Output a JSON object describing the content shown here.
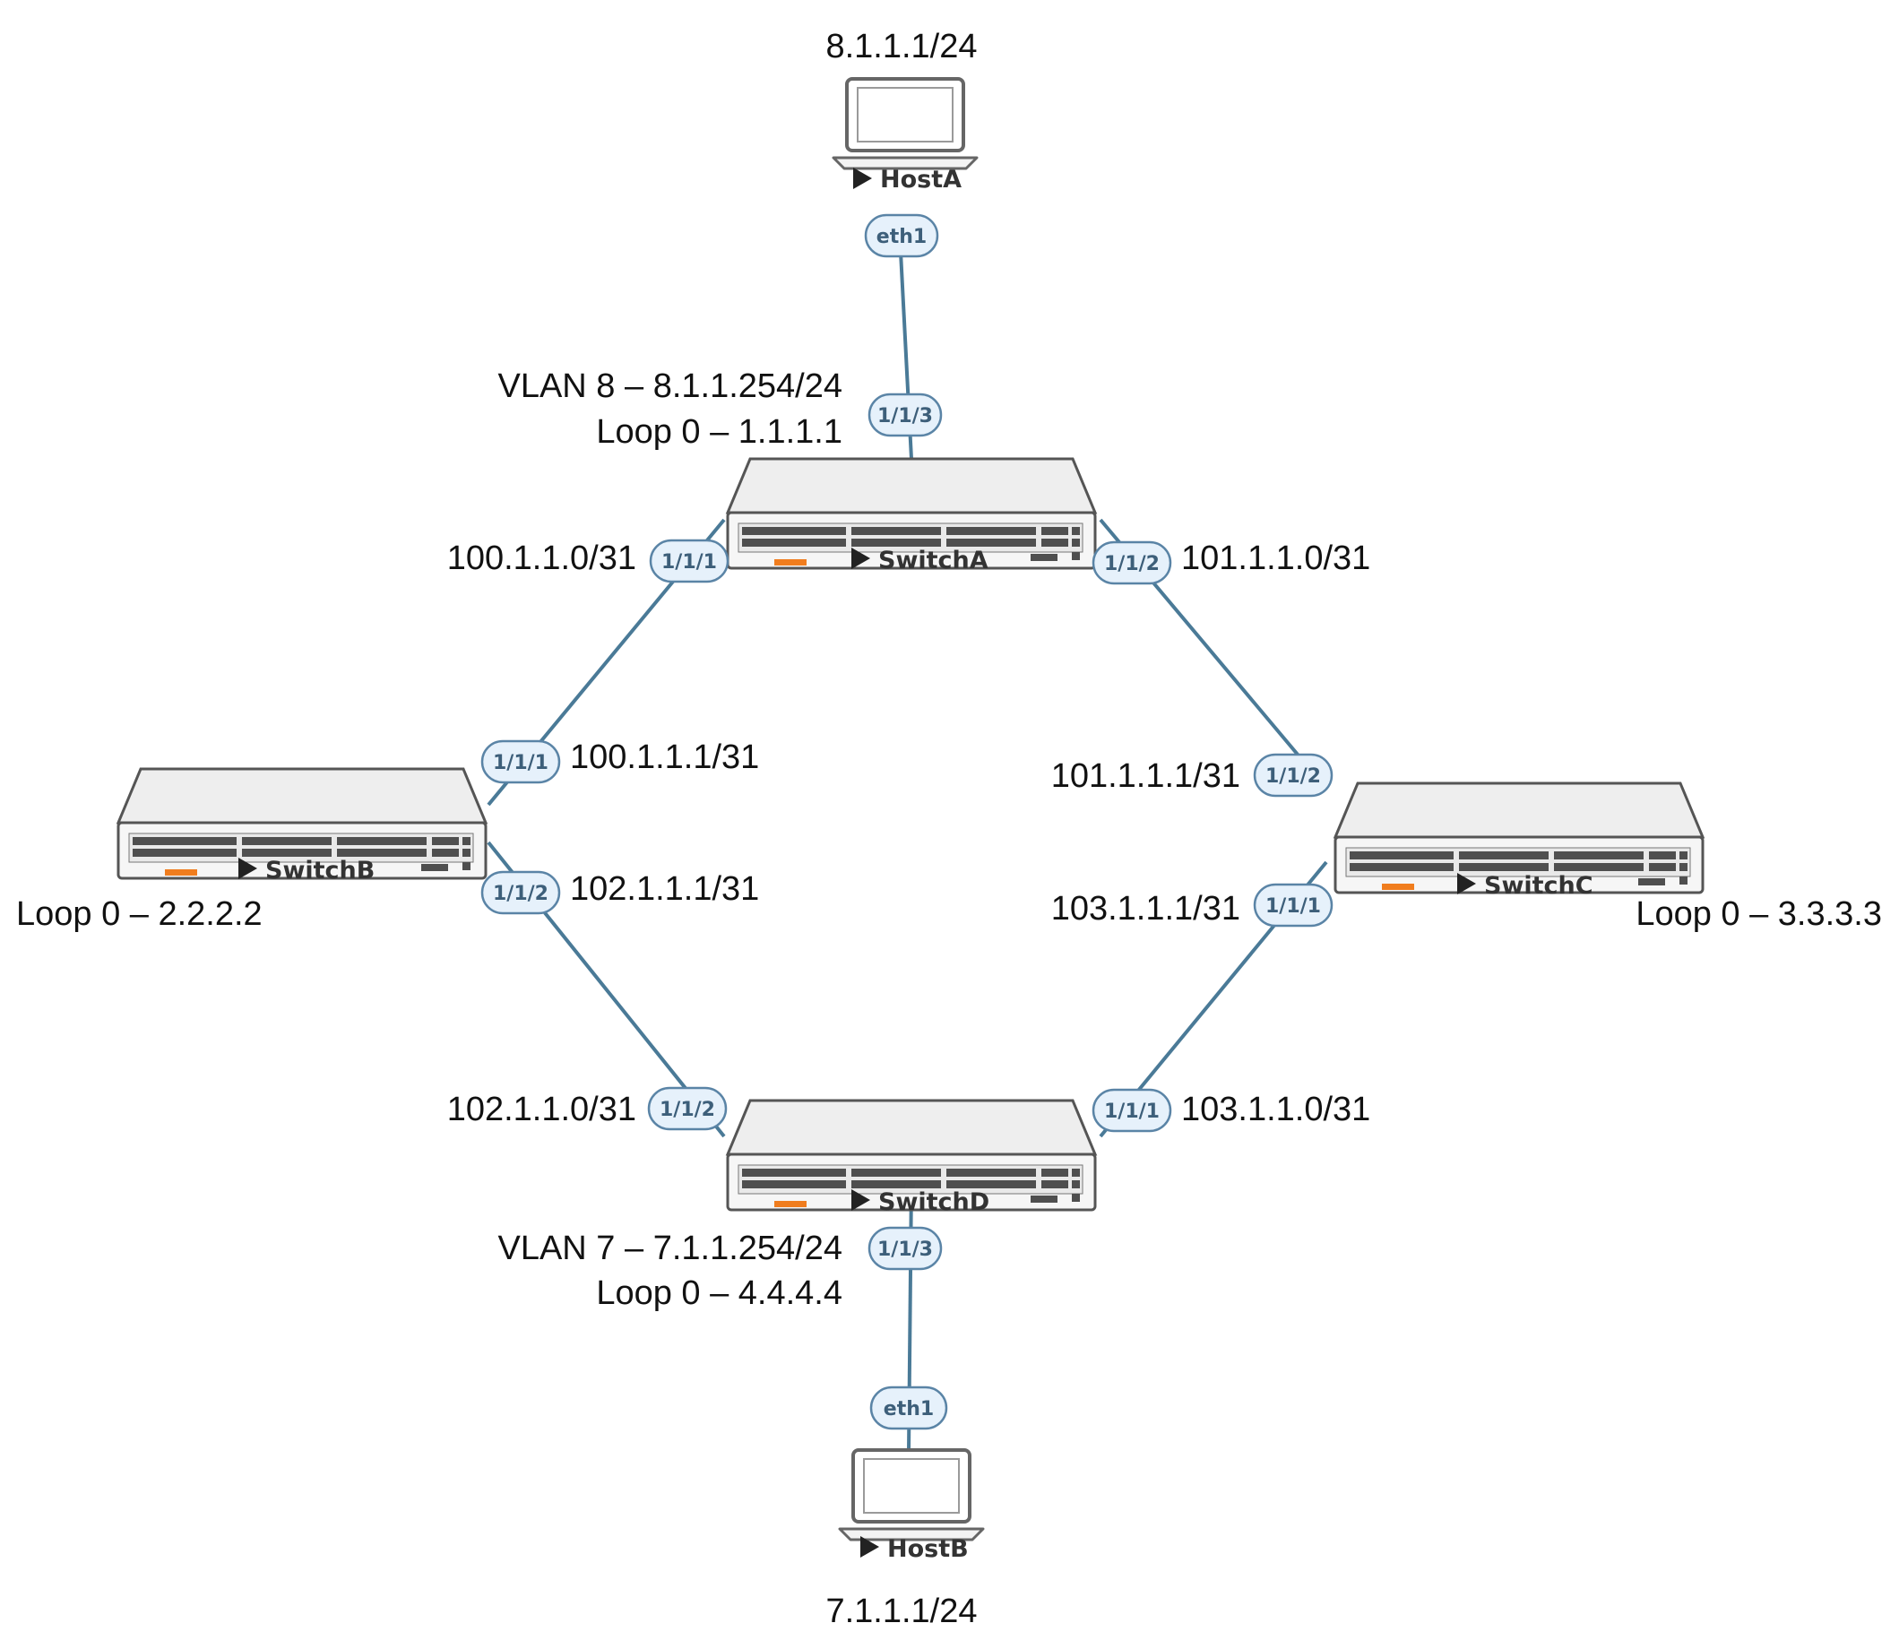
{
  "hosts": {
    "hostA": {
      "label": "HostA",
      "address": "8.1.1.1/24",
      "port": "eth1"
    },
    "hostB": {
      "label": "HostB",
      "address": "7.1.1.1/24",
      "port": "eth1"
    }
  },
  "switches": {
    "switchA": {
      "label": "SwitchA",
      "vlan": "VLAN 8 – 8.1.1.254/24",
      "loop": "Loop 0 – 1.1.1.1"
    },
    "switchB": {
      "label": "SwitchB",
      "loop": "Loop 0 – 2.2.2.2"
    },
    "switchC": {
      "label": "SwitchC",
      "loop": "Loop 0 – 3.3.3.3"
    },
    "switchD": {
      "label": "SwitchD",
      "vlan": "VLAN 7 – 7.1.1.254/24",
      "loop": "Loop 0 – 4.4.4.4"
    }
  },
  "ports": {
    "a_uplink": "1/1/3",
    "a_to_b": "1/1/1",
    "a_to_c": "1/1/2",
    "b_to_a": "1/1/1",
    "b_to_d": "1/1/2",
    "c_to_a": "1/1/2",
    "c_to_d": "1/1/1",
    "d_to_b": "1/1/2",
    "d_to_c": "1/1/1",
    "d_downlink": "1/1/3"
  },
  "subnets": {
    "a_b": "100.1.1.0/31",
    "b_a": "100.1.1.1/31",
    "a_c": "101.1.1.0/31",
    "c_a": "101.1.1.1/31",
    "b_d": "102.1.1.1/31",
    "d_b": "102.1.1.0/31",
    "c_d": "103.1.1.1/31",
    "d_c": "103.1.1.0/31"
  },
  "colors": {
    "link": "#4a7a97",
    "port_fill": "#e6f1fb",
    "switch_body": "#f4f4f4",
    "switch_accent": "#f07d1e"
  }
}
